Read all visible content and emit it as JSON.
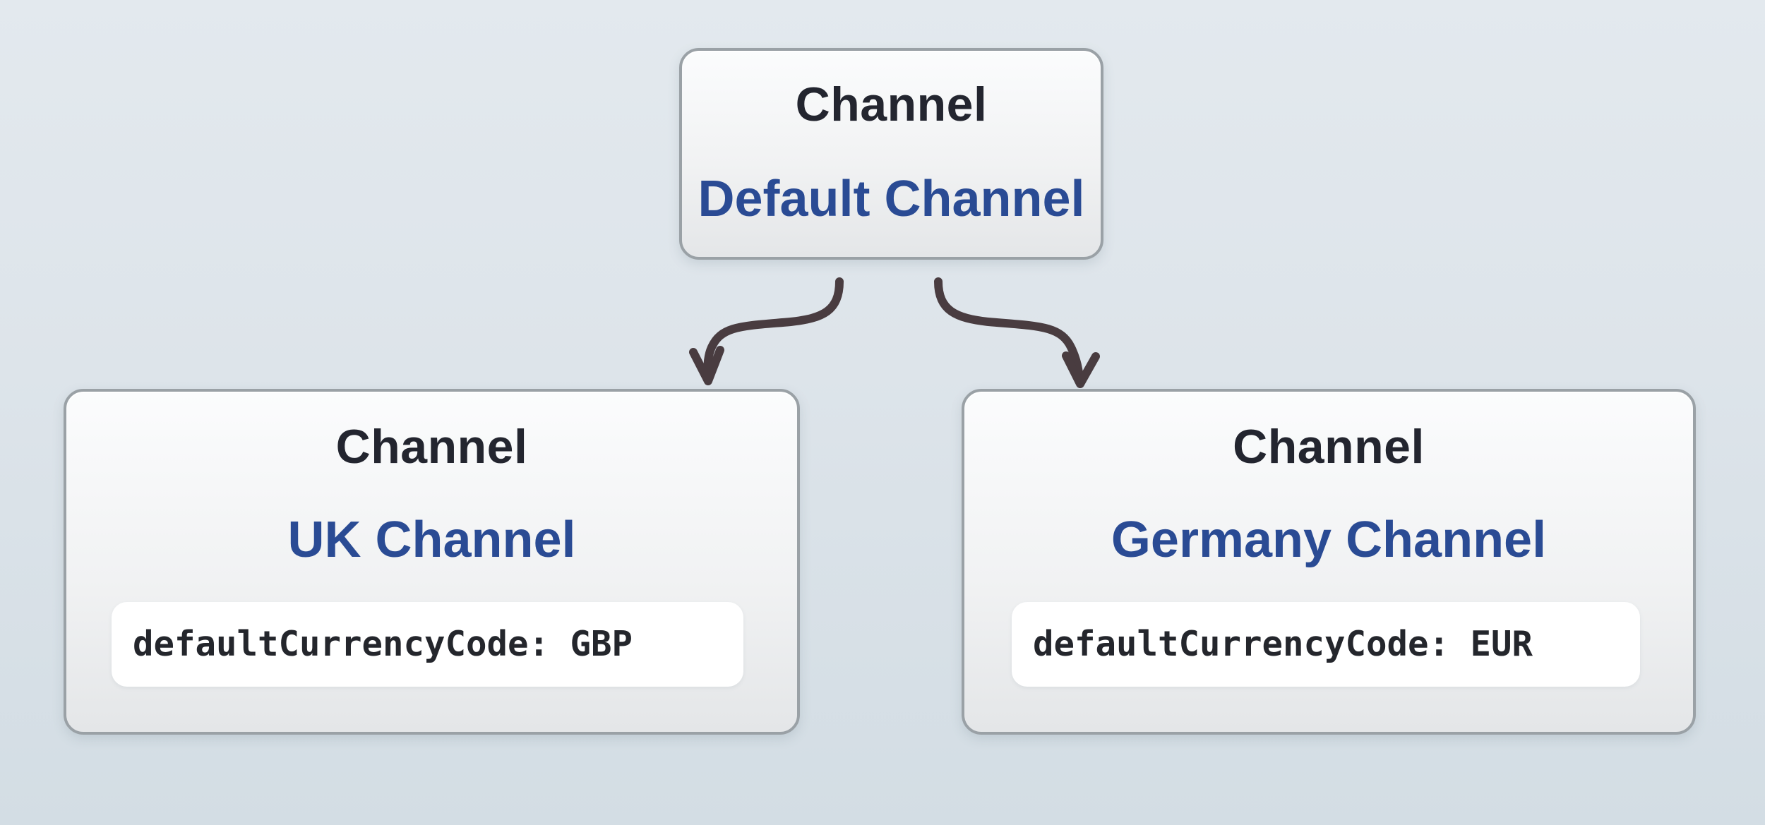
{
  "diagram": {
    "nodes": {
      "parent": {
        "entity_label": "Channel",
        "name": "Default Channel"
      },
      "uk": {
        "entity_label": "Channel",
        "name": "UK Channel",
        "code": "defaultCurrencyCode: GBP"
      },
      "germany": {
        "entity_label": "Channel",
        "name": "Germany Channel",
        "code": "defaultCurrencyCode: EUR"
      }
    },
    "edges": [
      {
        "from": "Default Channel",
        "to": "UK Channel"
      },
      {
        "from": "Default Channel",
        "to": "Germany Channel"
      }
    ]
  },
  "colors": {
    "bg_top": "#e3e9ee",
    "bg_mid": "#dde4ea",
    "bg_bottom": "#d3dde4",
    "box_top": "#fbfcfd",
    "box_bottom": "#e4e6e8",
    "box_border": "#9aa1a6",
    "title_text": "#23252f",
    "accent_blue": "#2a4b94",
    "pill_bg": "#ffffff",
    "code_text": "#24262c",
    "arrow": "#493c40"
  }
}
